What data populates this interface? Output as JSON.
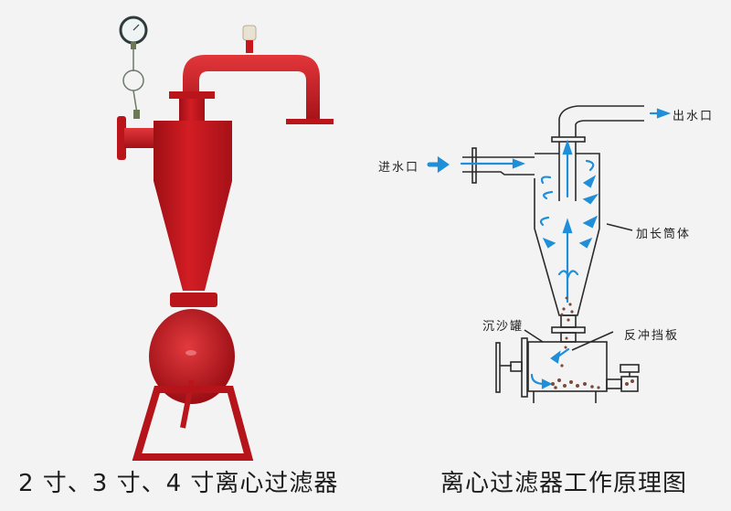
{
  "photo": {
    "caption": "2 寸、3 寸、4 寸离心过滤器",
    "colors": {
      "body": "#c8161d",
      "shade": "#9e0f15",
      "highlight": "#e2363a"
    }
  },
  "diagram": {
    "caption": "离心过滤器工作原理图",
    "labels": {
      "inlet": "进水口",
      "outlet": "出水口",
      "extended_body": "加长筒体",
      "sand_tank": "沉沙罐",
      "backflush_baffle": "反冲挡板"
    },
    "colors": {
      "flow_arrow": "#1e8fd8",
      "line": "#2a2a2a",
      "sediment": "#7a4a3a"
    }
  }
}
